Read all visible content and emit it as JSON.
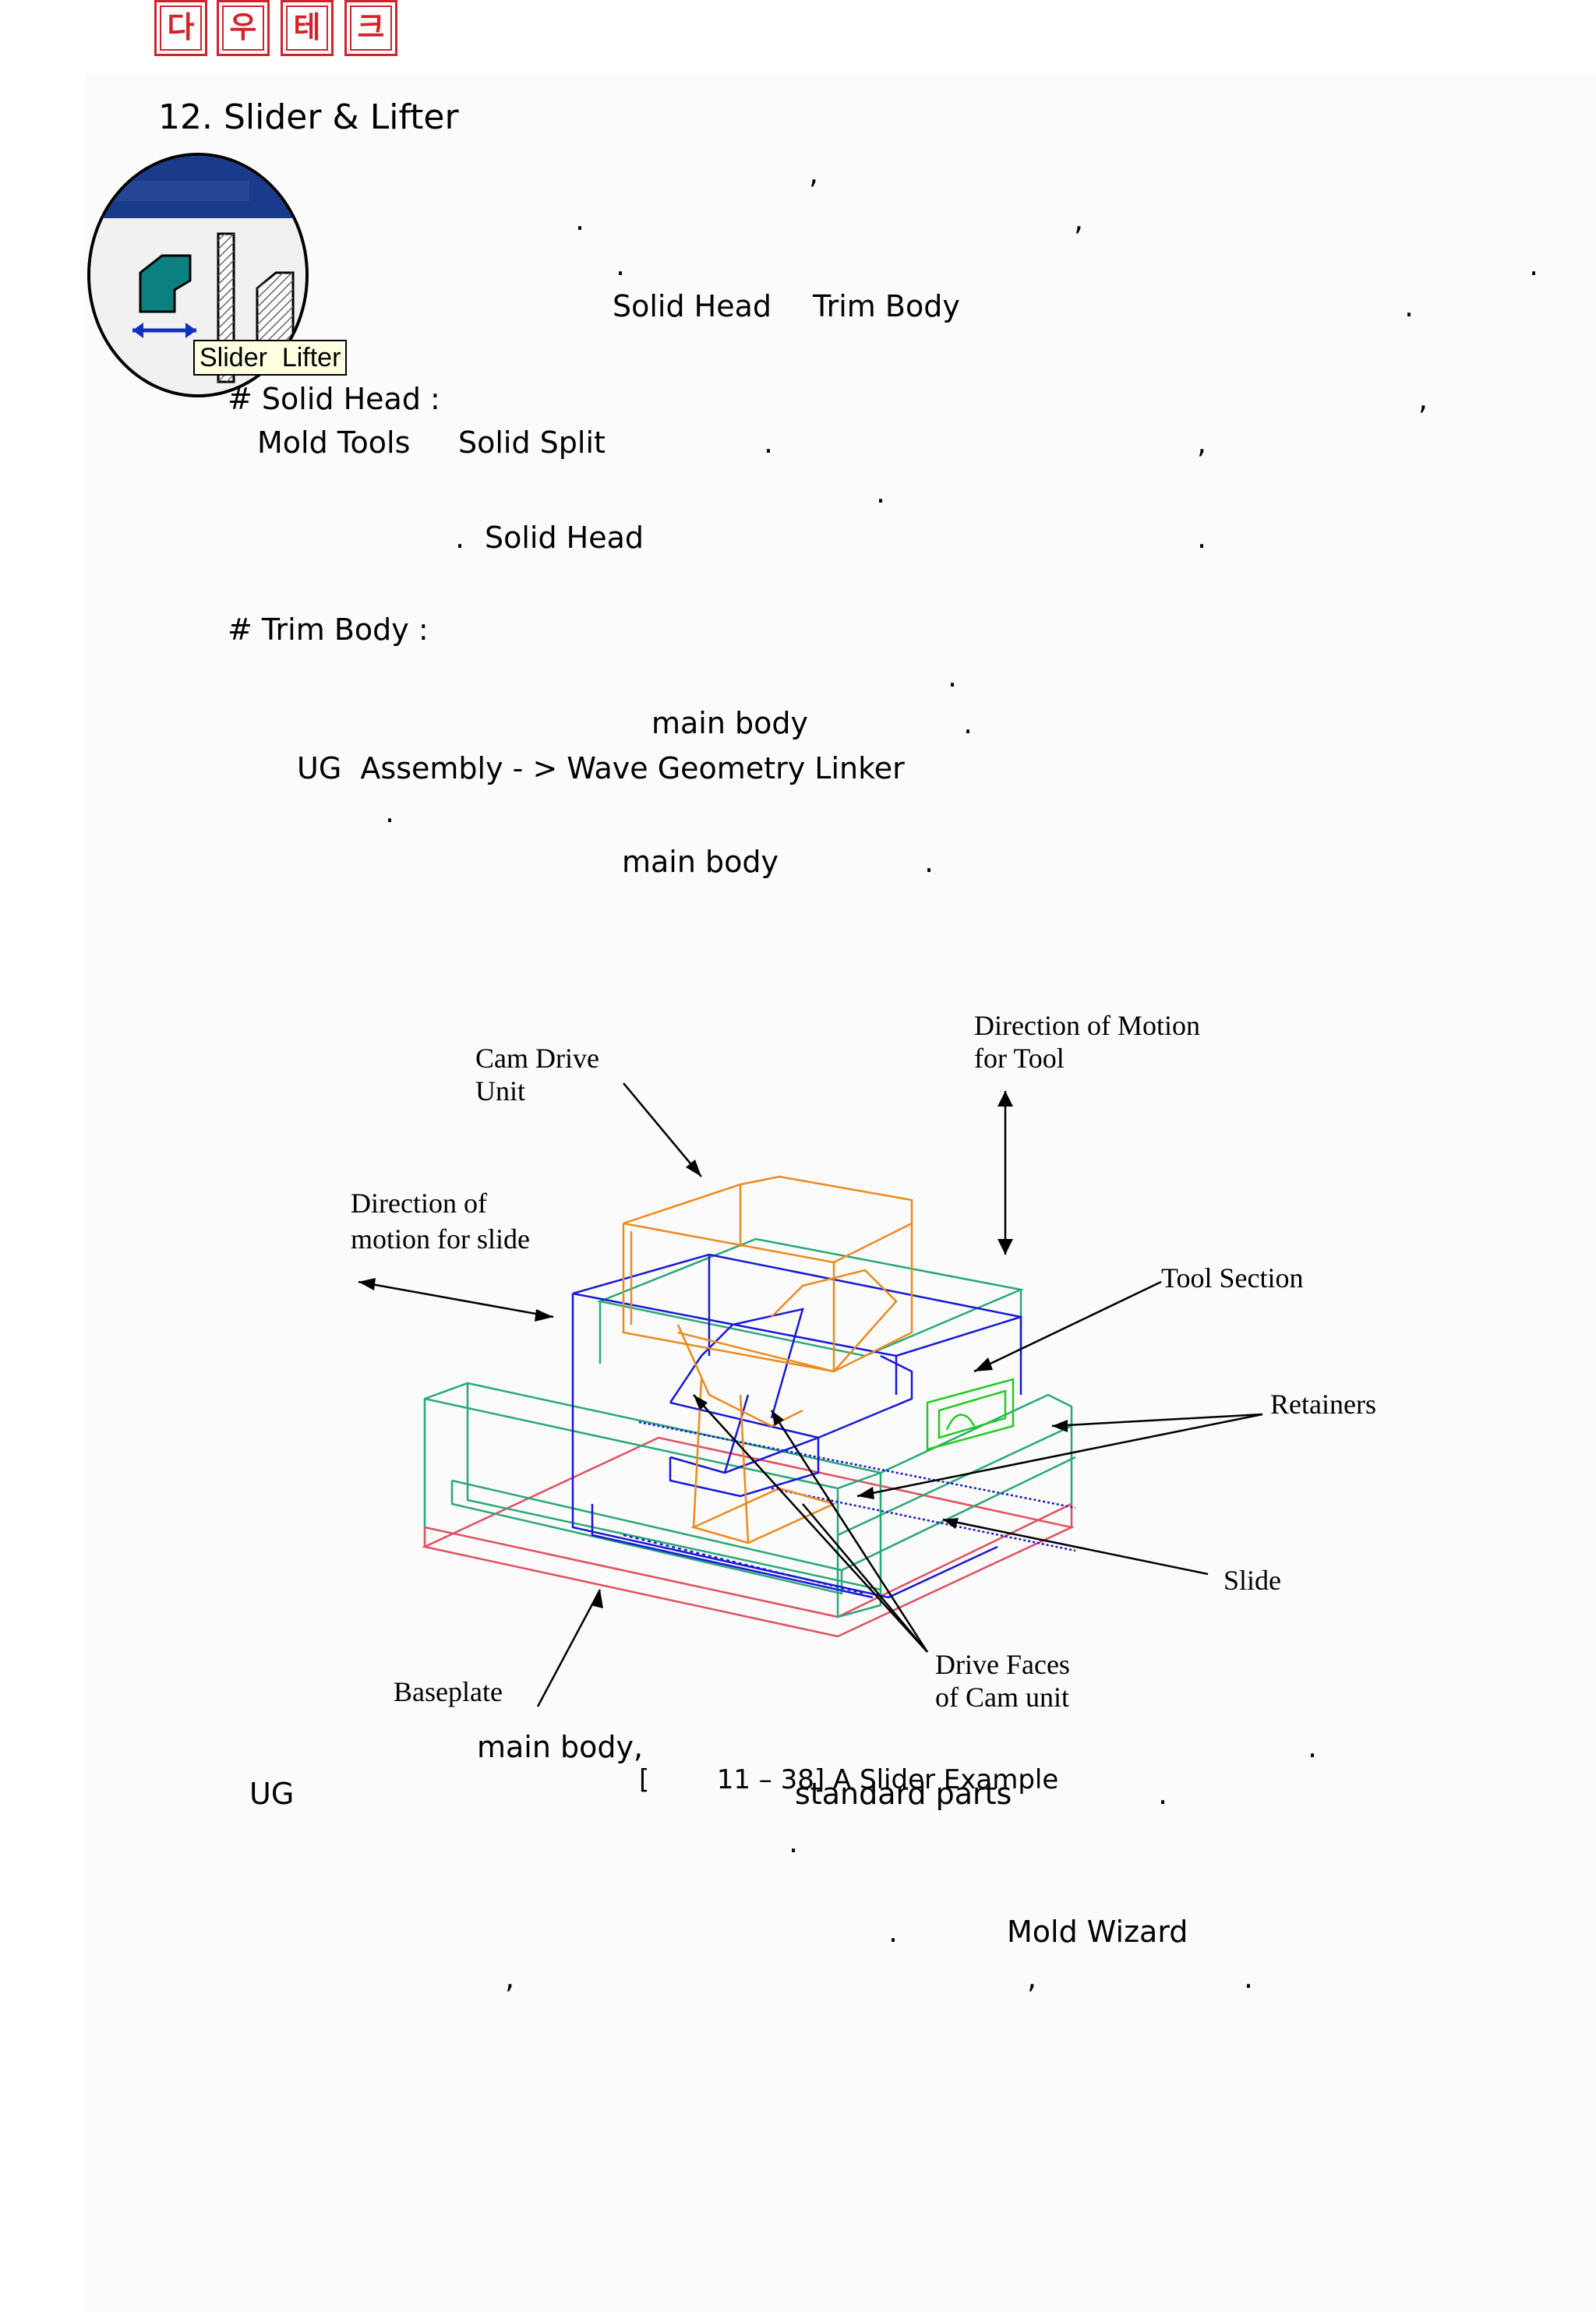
{
  "logo": {
    "chars": [
      "다",
      "우",
      "테",
      "크"
    ]
  },
  "heading": "12. Slider & Lifter",
  "toolbar_icon": {
    "tooltip": "Slider  Lifter",
    "icon": "slider-lifter-icon"
  },
  "paragraph1": {
    "line_a_end": ",",
    "line_b_dot": ".",
    "line_b_comma": ",",
    "line_c_dot": ".",
    "line_c_dot2": ".",
    "terms": [
      "Solid Head",
      "Trim Body"
    ],
    "line_d_dot": "."
  },
  "solid_head": {
    "label": "# Solid Head :",
    "comma1": ",",
    "tools_a": "Mold Tools",
    "tools_b": "Solid Split",
    "dot1": ".",
    "comma2": ",",
    "dot2": ".",
    "dot3": ".",
    "term": "Solid Head",
    "dot4": "."
  },
  "trim_body": {
    "label": "# Trim Body :",
    "dot1": ".",
    "term1": "main body",
    "dot2": ".",
    "path": "UG  Assembly - > Wave Geometry Linker",
    "dot3": ".",
    "term2": "main body",
    "dot4": "."
  },
  "figure": {
    "caption": "[        11 – 38] A Slider Example",
    "labels": {
      "cam_drive": [
        "Cam Drive",
        "Unit"
      ],
      "direction_tool": [
        "Direction of Motion",
        "for Tool"
      ],
      "direction_slide": [
        "Direction of",
        "motion for slide"
      ],
      "tool_section": "Tool Section",
      "retainers": "Retainers",
      "slide": "Slide",
      "baseplate": "Baseplate",
      "drive_faces": [
        "Drive Faces",
        "of Cam unit"
      ]
    },
    "colors": {
      "orange": "#ee8a1e",
      "blue": "#1818d8",
      "green": "#2aa878",
      "red": "#e05060",
      "bright_green": "#22cc22"
    }
  },
  "after_figure": {
    "term1": "main body,",
    "dot1": ".",
    "ug": "UG",
    "term2": "standard parts",
    "dot2": ".",
    "dot3": ".",
    "dot4": ".",
    "wizard": "Mold Wizard",
    "comma1": ",",
    "comma2": ",",
    "dot5": "."
  }
}
